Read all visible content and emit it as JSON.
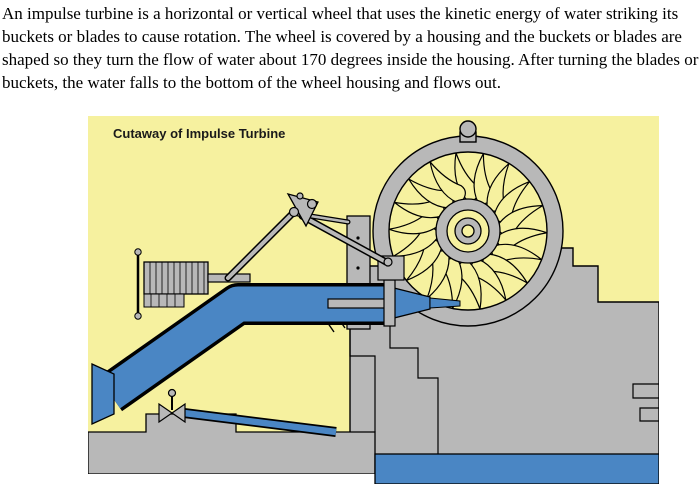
{
  "page": {
    "background_color": "#FFFFFF",
    "intro_paragraph": "An impulse turbine is a horizontal or vertical wheel that uses the kinetic energy of water striking its buckets or blades to cause rotation.  The wheel is covered by a housing and the buckets or blades are shaped so they turn the flow of water about 170 degrees inside the housing.  After turning the blades or buckets, the water falls to the bottom of the wheel housing and flows out."
  },
  "diagram": {
    "title": "Cutaway of Impulse Turbine",
    "colors": {
      "background": "#F6F19F",
      "housing_gray": "#B8B8B8",
      "water_blue": "#4A86C4",
      "outline": "#000000",
      "title_text": "#1A1A1A"
    },
    "wheel": {
      "blade_count": 18
    }
  }
}
